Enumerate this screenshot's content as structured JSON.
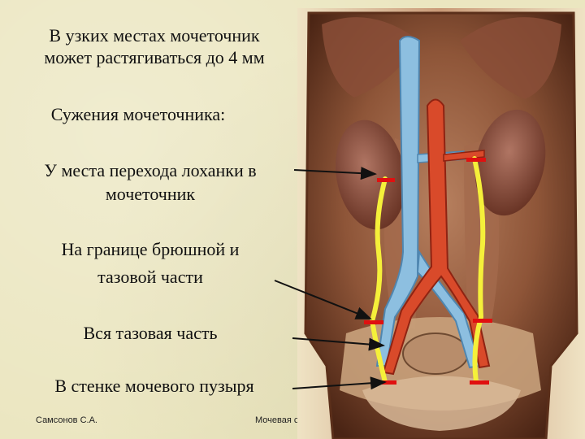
{
  "slide": {
    "intro_line1": "В узких местах мочеточник",
    "intro_line2": "может растягиваться до 4 мм",
    "heading": "Сужения мочеточника:",
    "item1_line1": "У места перехода лоханки в",
    "item1_line2": "мочеточник",
    "item2_line1": "На границе брюшной и",
    "item2_line2": "тазовой части",
    "item3": "Вся тазовая часть",
    "item4": "В стенке мочевого пузыря",
    "footer_author": "Самсонов С.А.",
    "footer_topic": "Мочевая с."
  },
  "colors": {
    "background": "#ebe6c0",
    "ureter_trace": "#f5f03a",
    "narrowing_mark": "#e01010",
    "vein": "#7fb3d8",
    "artery": "#d23a1e"
  }
}
